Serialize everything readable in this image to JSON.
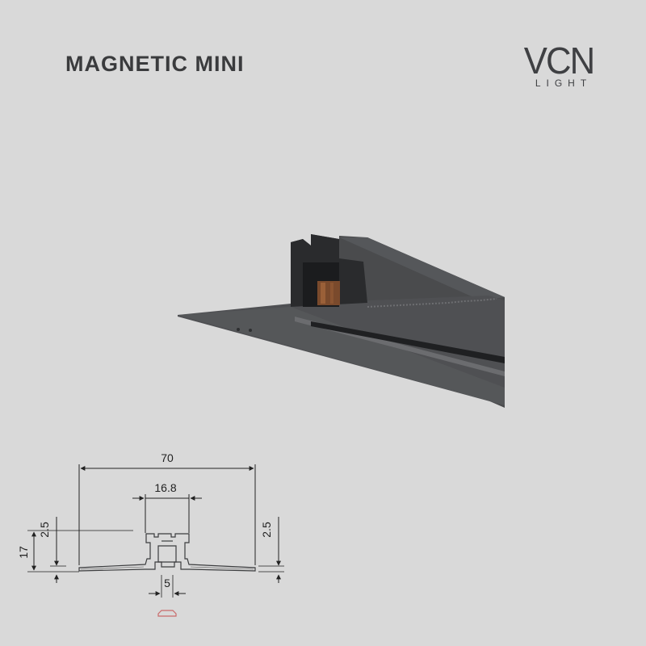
{
  "header": {
    "title": "MAGNETIC MINI",
    "logo_main": "VCN",
    "logo_sub": "LIGHT"
  },
  "product_image": {
    "description_icon": "magnetic-track-profile-render"
  },
  "drawing": {
    "dim_total_width": "70",
    "dim_channel_width": "16.8",
    "dim_slot_width": "5",
    "dim_total_height": "17",
    "dim_left_lip": "2.5",
    "dim_right_lip": "2.5"
  },
  "colors": {
    "background": "#d9d9d9",
    "text_dark": "#3a3b3d",
    "profile_dark": "#3c3d3f",
    "copper": "#7a4a2c",
    "accent_red": "#c96a6a"
  }
}
